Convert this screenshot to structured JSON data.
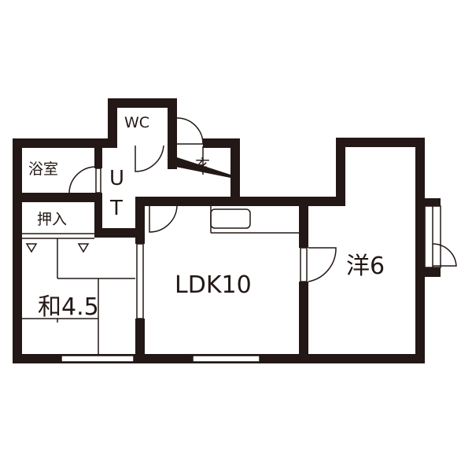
{
  "floor_plan": {
    "rooms": {
      "wc": "WC",
      "genkan": "玄",
      "bath": "浴室",
      "utility": "U\nT",
      "utility_u": "U",
      "utility_t": "T",
      "closet": "押入",
      "washitsu": "和4.5",
      "ldk": "LDK10",
      "western": "洋6"
    },
    "colors": {
      "wall": "#231815",
      "background": "#ffffff"
    }
  }
}
